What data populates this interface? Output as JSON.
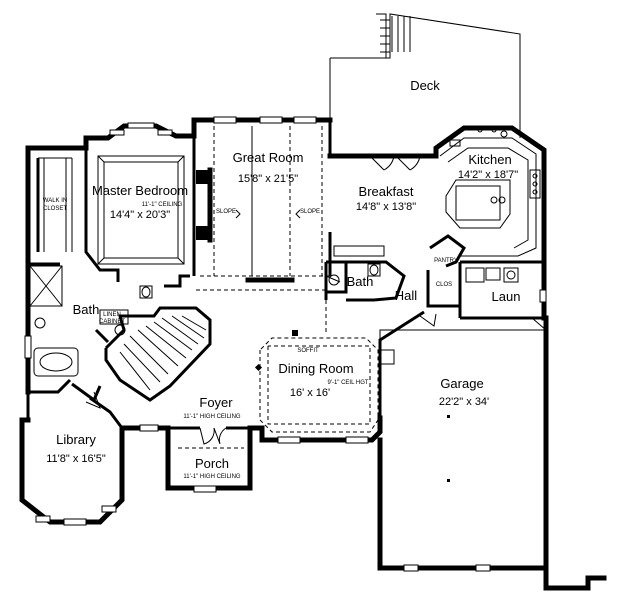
{
  "rooms": {
    "deck": {
      "name": "Deck"
    },
    "great_room": {
      "name": "Great Room",
      "dims": "15'8\" x 21'5\""
    },
    "master_bedroom": {
      "name": "Master Bedroom",
      "ceiling": "11'-1\" CEILING",
      "dims": "14'4\" x 20'3\""
    },
    "walk_in_closet": {
      "line1": "WALK IN",
      "line2": "CLOSET"
    },
    "breakfast": {
      "name": "Breakfast",
      "dims": "14'8\" x 13'8\""
    },
    "kitchen": {
      "name": "Kitchen",
      "dims": "14'2\" x 18'7\""
    },
    "pantry": {
      "name": "PANTRY"
    },
    "bath_master": {
      "name": "Bath"
    },
    "linen_cabinet": {
      "line1": "LINEN",
      "line2": "CABINET"
    },
    "bath_half": {
      "name": "Bath"
    },
    "hall": {
      "name": "Hall"
    },
    "clos": {
      "name": "CLOS"
    },
    "laundry": {
      "name": "Laun"
    },
    "dining_room": {
      "name": "Dining Room",
      "ceiling": "9'-1\" CEIL HGT",
      "dims": "16' x 16'"
    },
    "soffit": {
      "name": "SOFFIT"
    },
    "foyer": {
      "name": "Foyer",
      "ceiling": "11'-1\" HIGH CEILING"
    },
    "garage": {
      "name": "Garage",
      "dims": "22'2\" x 34'"
    },
    "library": {
      "name": "Library",
      "dims": "11'8\" x 16'5\""
    },
    "porch": {
      "name": "Porch",
      "ceiling": "11'-1\" HIGH CEILING"
    }
  },
  "annotations": {
    "slope_left": "SLOPE",
    "slope_right": "SLOPE"
  }
}
